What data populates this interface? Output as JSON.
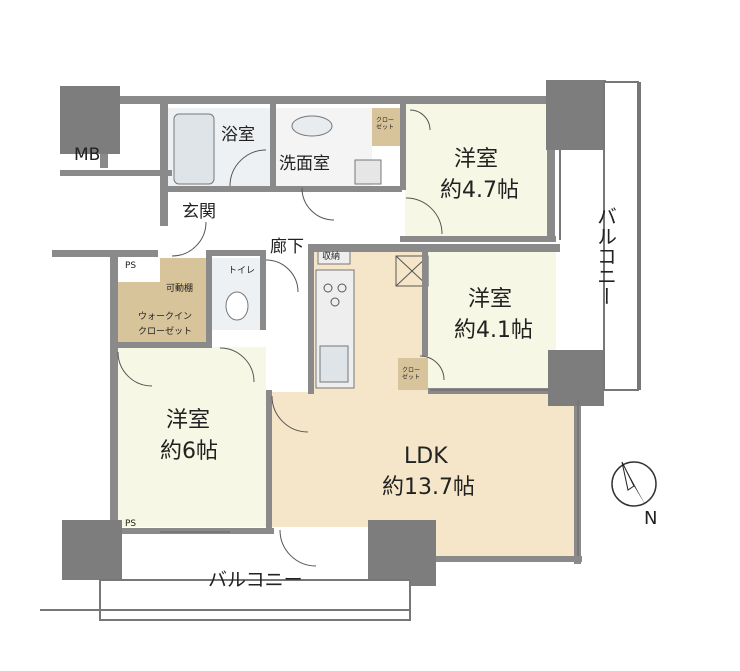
{
  "rooms": {
    "western_1": {
      "name": "洋室",
      "size": "約4.7帖"
    },
    "western_2": {
      "name": "洋室",
      "size": "約4.1帖"
    },
    "western_3": {
      "name": "洋室",
      "size": "約6帖"
    },
    "ldk": {
      "name": "LDK",
      "size": "約13.7帖"
    },
    "bath": "浴室",
    "washroom": "洗面室",
    "entrance": "玄関",
    "corridor": "廊下",
    "toilet": "トイレ",
    "walk_in_closet_line1": "ウォークイン",
    "walk_in_closet_line2": "クローゼット",
    "movable_shelf": "可動棚",
    "storage": "収納",
    "closet_1": "クロー\nゼット",
    "closet_2": "クロー\nゼット",
    "mb": "MB",
    "ps_1": "PS",
    "ps_2": "PS"
  },
  "balconies": {
    "east": "バルコニー",
    "south": "バルコニー"
  },
  "compass": {
    "label": "N"
  },
  "colors": {
    "wall": "#8a8a8a",
    "pillar": "#7d7d7d",
    "ldk_floor": "#f6e6c9",
    "room_floor": "#f7f7e6",
    "closet_floor": "#d8c49a",
    "wet_area": "#dfe4e8",
    "outline": "#555555"
  }
}
